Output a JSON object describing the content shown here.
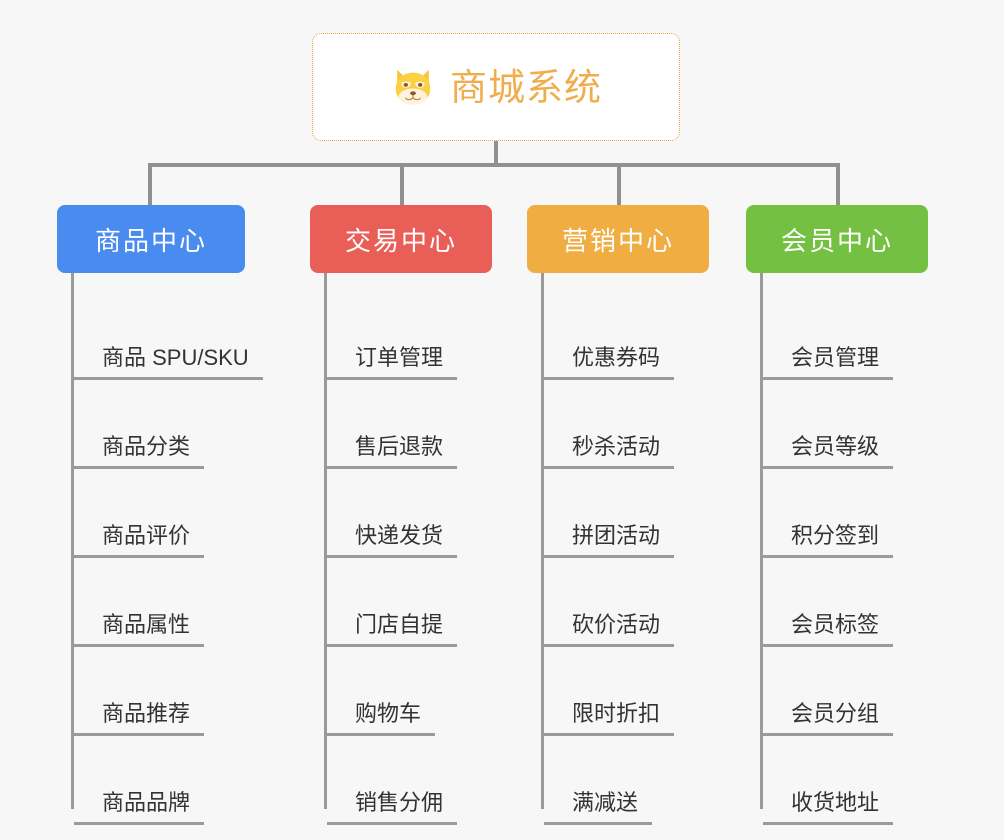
{
  "page": {
    "background_color": "#f7f7f7",
    "type": "organization-chart"
  },
  "root": {
    "title": "商城系统",
    "icon": "shiba-dog-icon",
    "title_color": "#f0ad4e",
    "border_color": "#e8a33d",
    "background_color": "#ffffff"
  },
  "connector": {
    "color": "#909090"
  },
  "columns": [
    {
      "title": "商品中心",
      "color": "#4a8bf0",
      "items": [
        "商品 SPU/SKU",
        "商品分类",
        "商品评价",
        "商品属性",
        "商品推荐",
        "商品品牌"
      ]
    },
    {
      "title": "交易中心",
      "color": "#e95f58",
      "items": [
        "订单管理",
        "售后退款",
        "快递发货",
        "门店自提",
        "购物车",
        "销售分佣"
      ]
    },
    {
      "title": "营销中心",
      "color": "#efad42",
      "items": [
        "优惠券码",
        "秒杀活动",
        "拼团活动",
        "砍价活动",
        "限时折扣",
        "满减送"
      ]
    },
    {
      "title": "会员中心",
      "color": "#74c043",
      "items": [
        "会员管理",
        "会员等级",
        "积分签到",
        "会员标签",
        "会员分组",
        "收货地址"
      ]
    }
  ]
}
